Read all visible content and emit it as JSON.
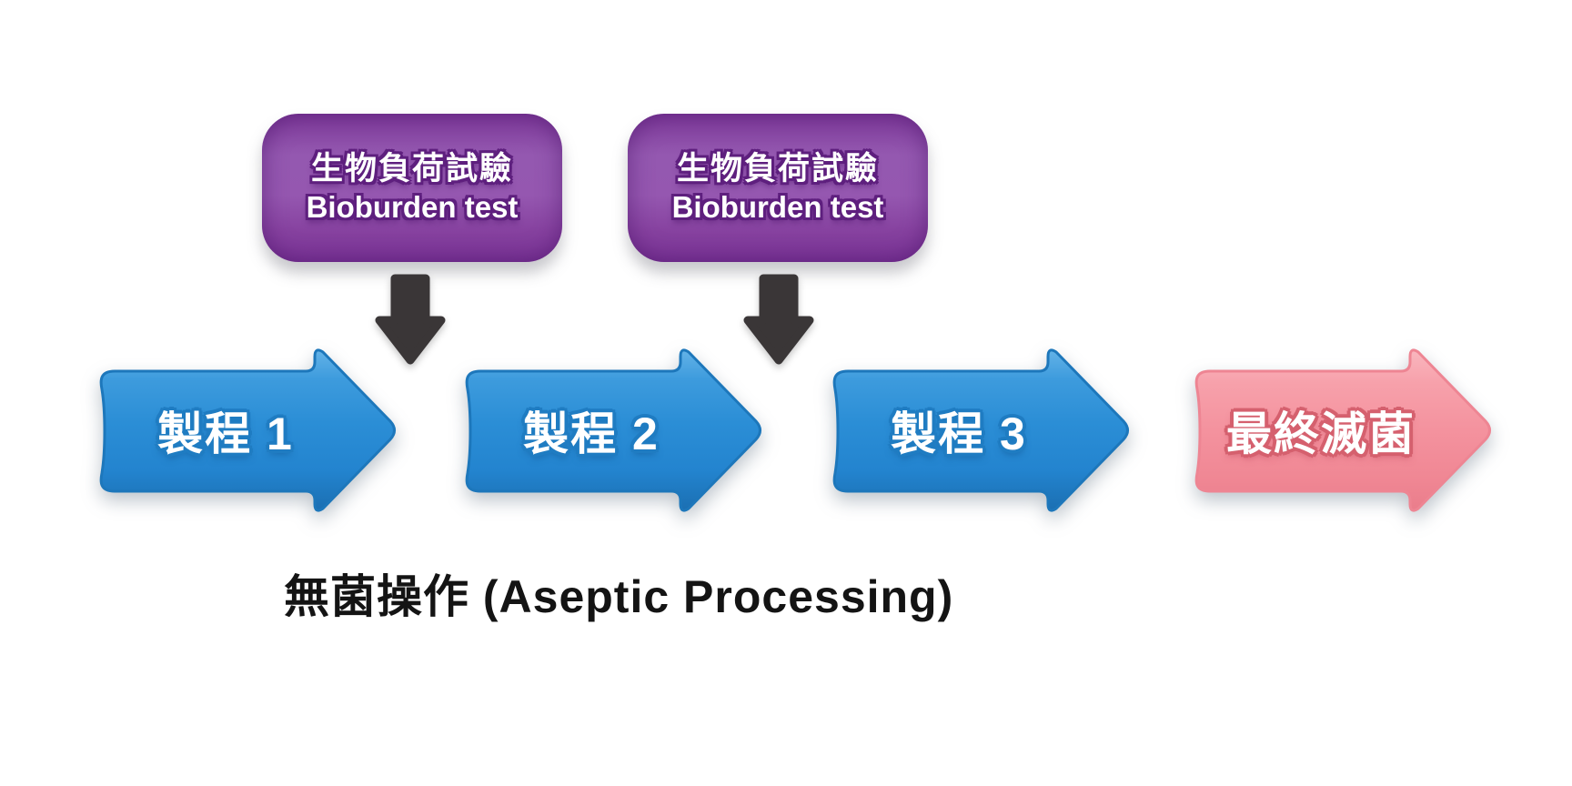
{
  "diagram": {
    "bioburden_boxes": [
      {
        "line1": "生物負荷試驗",
        "line2": "Bioburden test"
      },
      {
        "line1": "生物負荷試驗",
        "line2": "Bioburden test"
      }
    ],
    "process_arrows": [
      {
        "label": "製程 1",
        "color": "#2e8fd6"
      },
      {
        "label": "製程 2",
        "color": "#2e8fd6"
      },
      {
        "label": "製程 3",
        "color": "#2e8fd6"
      },
      {
        "label": "最終滅菌",
        "color": "#f4929e"
      }
    ],
    "caption": "無菌操作 (Aseptic Processing)",
    "icons": [
      {
        "name": "down-arrow-icon",
        "color": "#3a3637"
      },
      {
        "name": "down-arrow-icon",
        "color": "#3a3637"
      }
    ],
    "colors": {
      "background": "#ffffff",
      "box_purple": "#8e4ba8",
      "box_outline_purple": "#5e1f7e",
      "arrow_blue": "#2e8fd6",
      "arrow_blue_outline": "#1f7cc2",
      "arrow_pink": "#f4929e",
      "arrow_pink_outline": "#d5606e",
      "down_arrow_black": "#3a3637",
      "text_white": "#ffffff",
      "caption_black": "#141414"
    }
  }
}
